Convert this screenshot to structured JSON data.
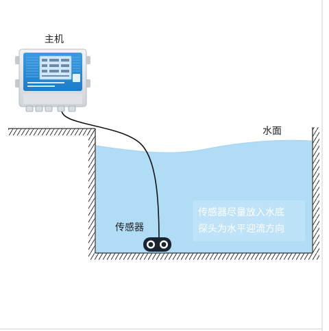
{
  "labels": {
    "host": "主机",
    "water_surface": "水面",
    "sensor": "传感器"
  },
  "note": {
    "line1": "传感器尽量放入水底",
    "line2": "探头为水平迎流方向"
  },
  "colors": {
    "water": "#b0dcf6",
    "hatch": "#333333",
    "cable": "#111111",
    "host_panel": "#2e8fd6",
    "host_screen": "#cfe8fb",
    "host_body": "#e6e9ec"
  }
}
